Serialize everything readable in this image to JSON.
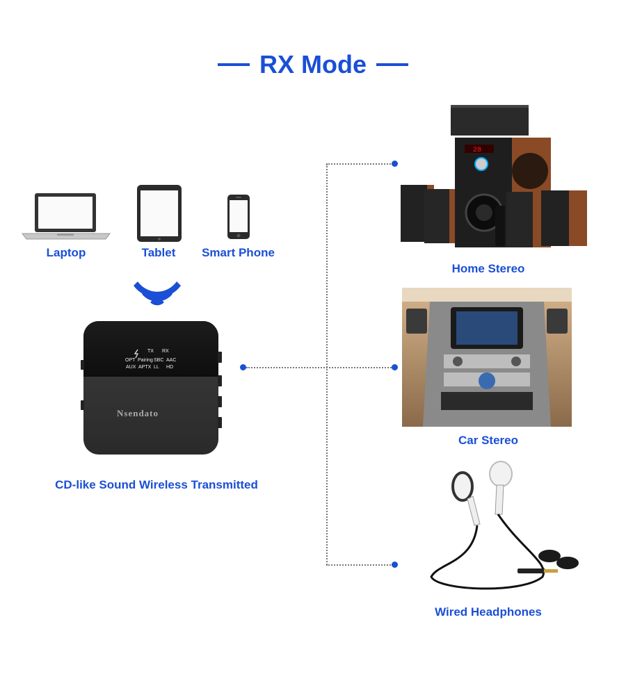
{
  "title": "RX Mode",
  "sources": [
    {
      "label": "Laptop",
      "icon": "laptop-icon"
    },
    {
      "label": "Tablet",
      "icon": "tablet-icon"
    },
    {
      "label": "Smart Phone",
      "icon": "smartphone-icon"
    }
  ],
  "device": {
    "brand": "Nsendato",
    "indicator_row1": [
      "TX",
      "RX"
    ],
    "indicator_row2": [
      "OPT",
      "Pairing",
      "SBC",
      "AAC"
    ],
    "indicator_row3": [
      "AUX",
      "APTX",
      "LL",
      "HD"
    ],
    "caption": "CD-like Sound Wireless Transmitted"
  },
  "outputs": [
    {
      "label": "Home Stereo",
      "icon": "home-stereo-icon"
    },
    {
      "label": "Car Stereo",
      "icon": "car-stereo-icon"
    },
    {
      "label": "Wired Headphones",
      "icon": "headphones-icon"
    }
  ],
  "colors": {
    "accent": "#1a4fd6",
    "connector": "#777777"
  }
}
